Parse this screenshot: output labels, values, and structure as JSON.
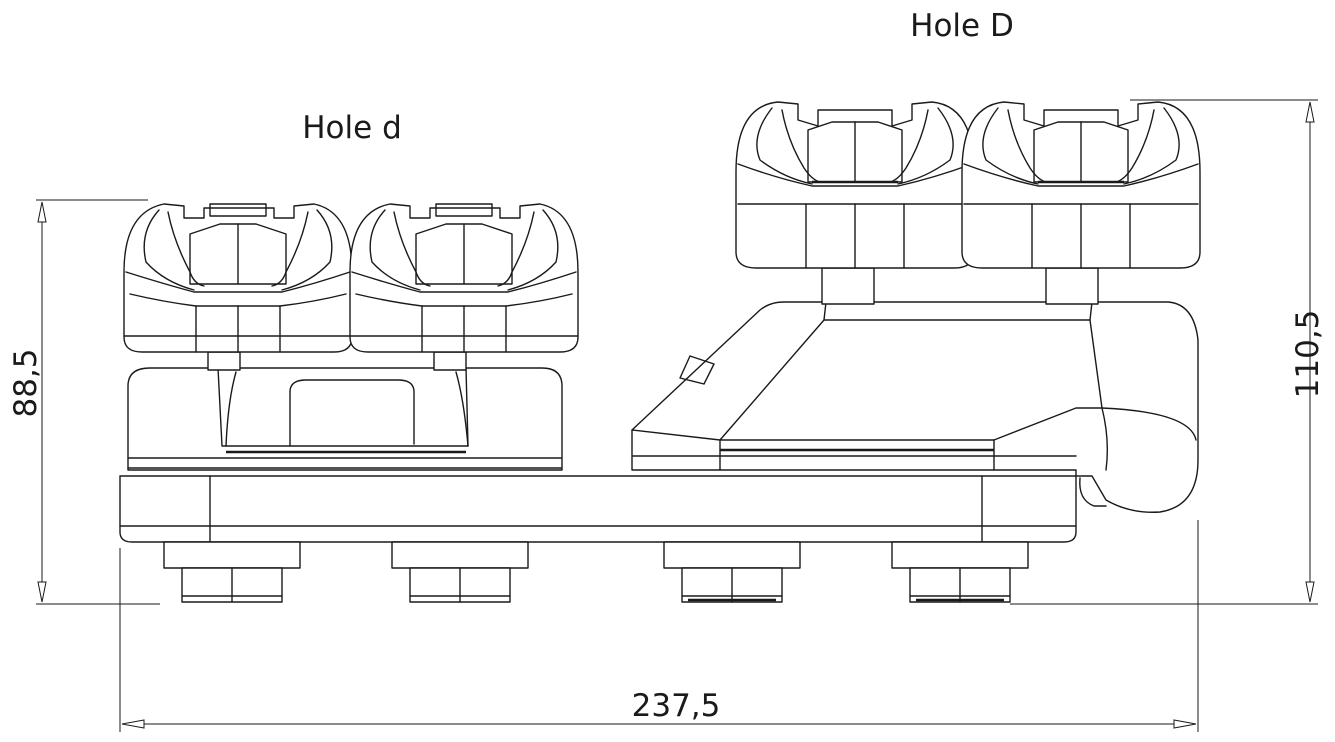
{
  "labels": {
    "hole_small": "Hole d",
    "hole_large": "Hole D"
  },
  "dimensions": {
    "height_small": "88,5",
    "height_large": "110,5",
    "width_total": "237,5"
  }
}
